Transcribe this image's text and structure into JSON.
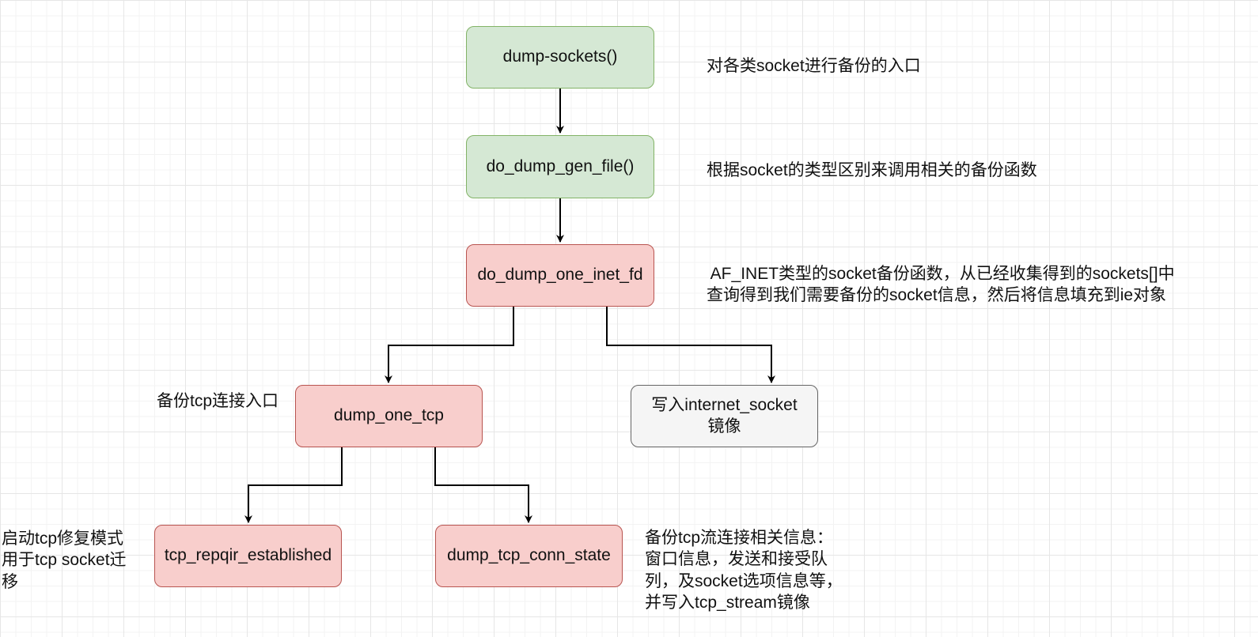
{
  "nodes": {
    "dump_sockets": "dump-sockets()",
    "do_dump_gen_file": "do_dump_gen_file()",
    "do_dump_one_inet_fd": "do_dump_one_inet_fd",
    "dump_one_tcp": "dump_one_tcp",
    "write_internet_socket": "写入internet_socket\n镜像",
    "tcp_repqir_established": "tcp_repqir_established",
    "dump_tcp_conn_state": "dump_tcp_conn_state"
  },
  "notes": {
    "dump_sockets": "对各类socket进行备份的入口",
    "do_dump_gen_file": "根据socket的类型区别来调用相关的备份函数",
    "do_dump_one_inet_fd": " AF_INET类型的socket备份函数，从已经收集得到的sockets[]中\n查询得到我们需要备份的socket信息，然后将信息填充到ie对象",
    "dump_one_tcp": "备份tcp连接入口",
    "tcp_repqir_established": "启动tcp修复模式\n用于tcp socket迁\n移",
    "dump_tcp_conn_state": "备份tcp流连接相关信息：\n窗口信息，发送和接受队\n列，及socket选项信息等，\n并写入tcp_stream镜像"
  },
  "colors": {
    "green_fill": "#d5e8d4",
    "green_stroke": "#82b366",
    "red_fill": "#f8cecc",
    "red_stroke": "#b85450",
    "gray_fill": "#f5f5f5",
    "gray_stroke": "#666666",
    "edge": "#000000"
  }
}
